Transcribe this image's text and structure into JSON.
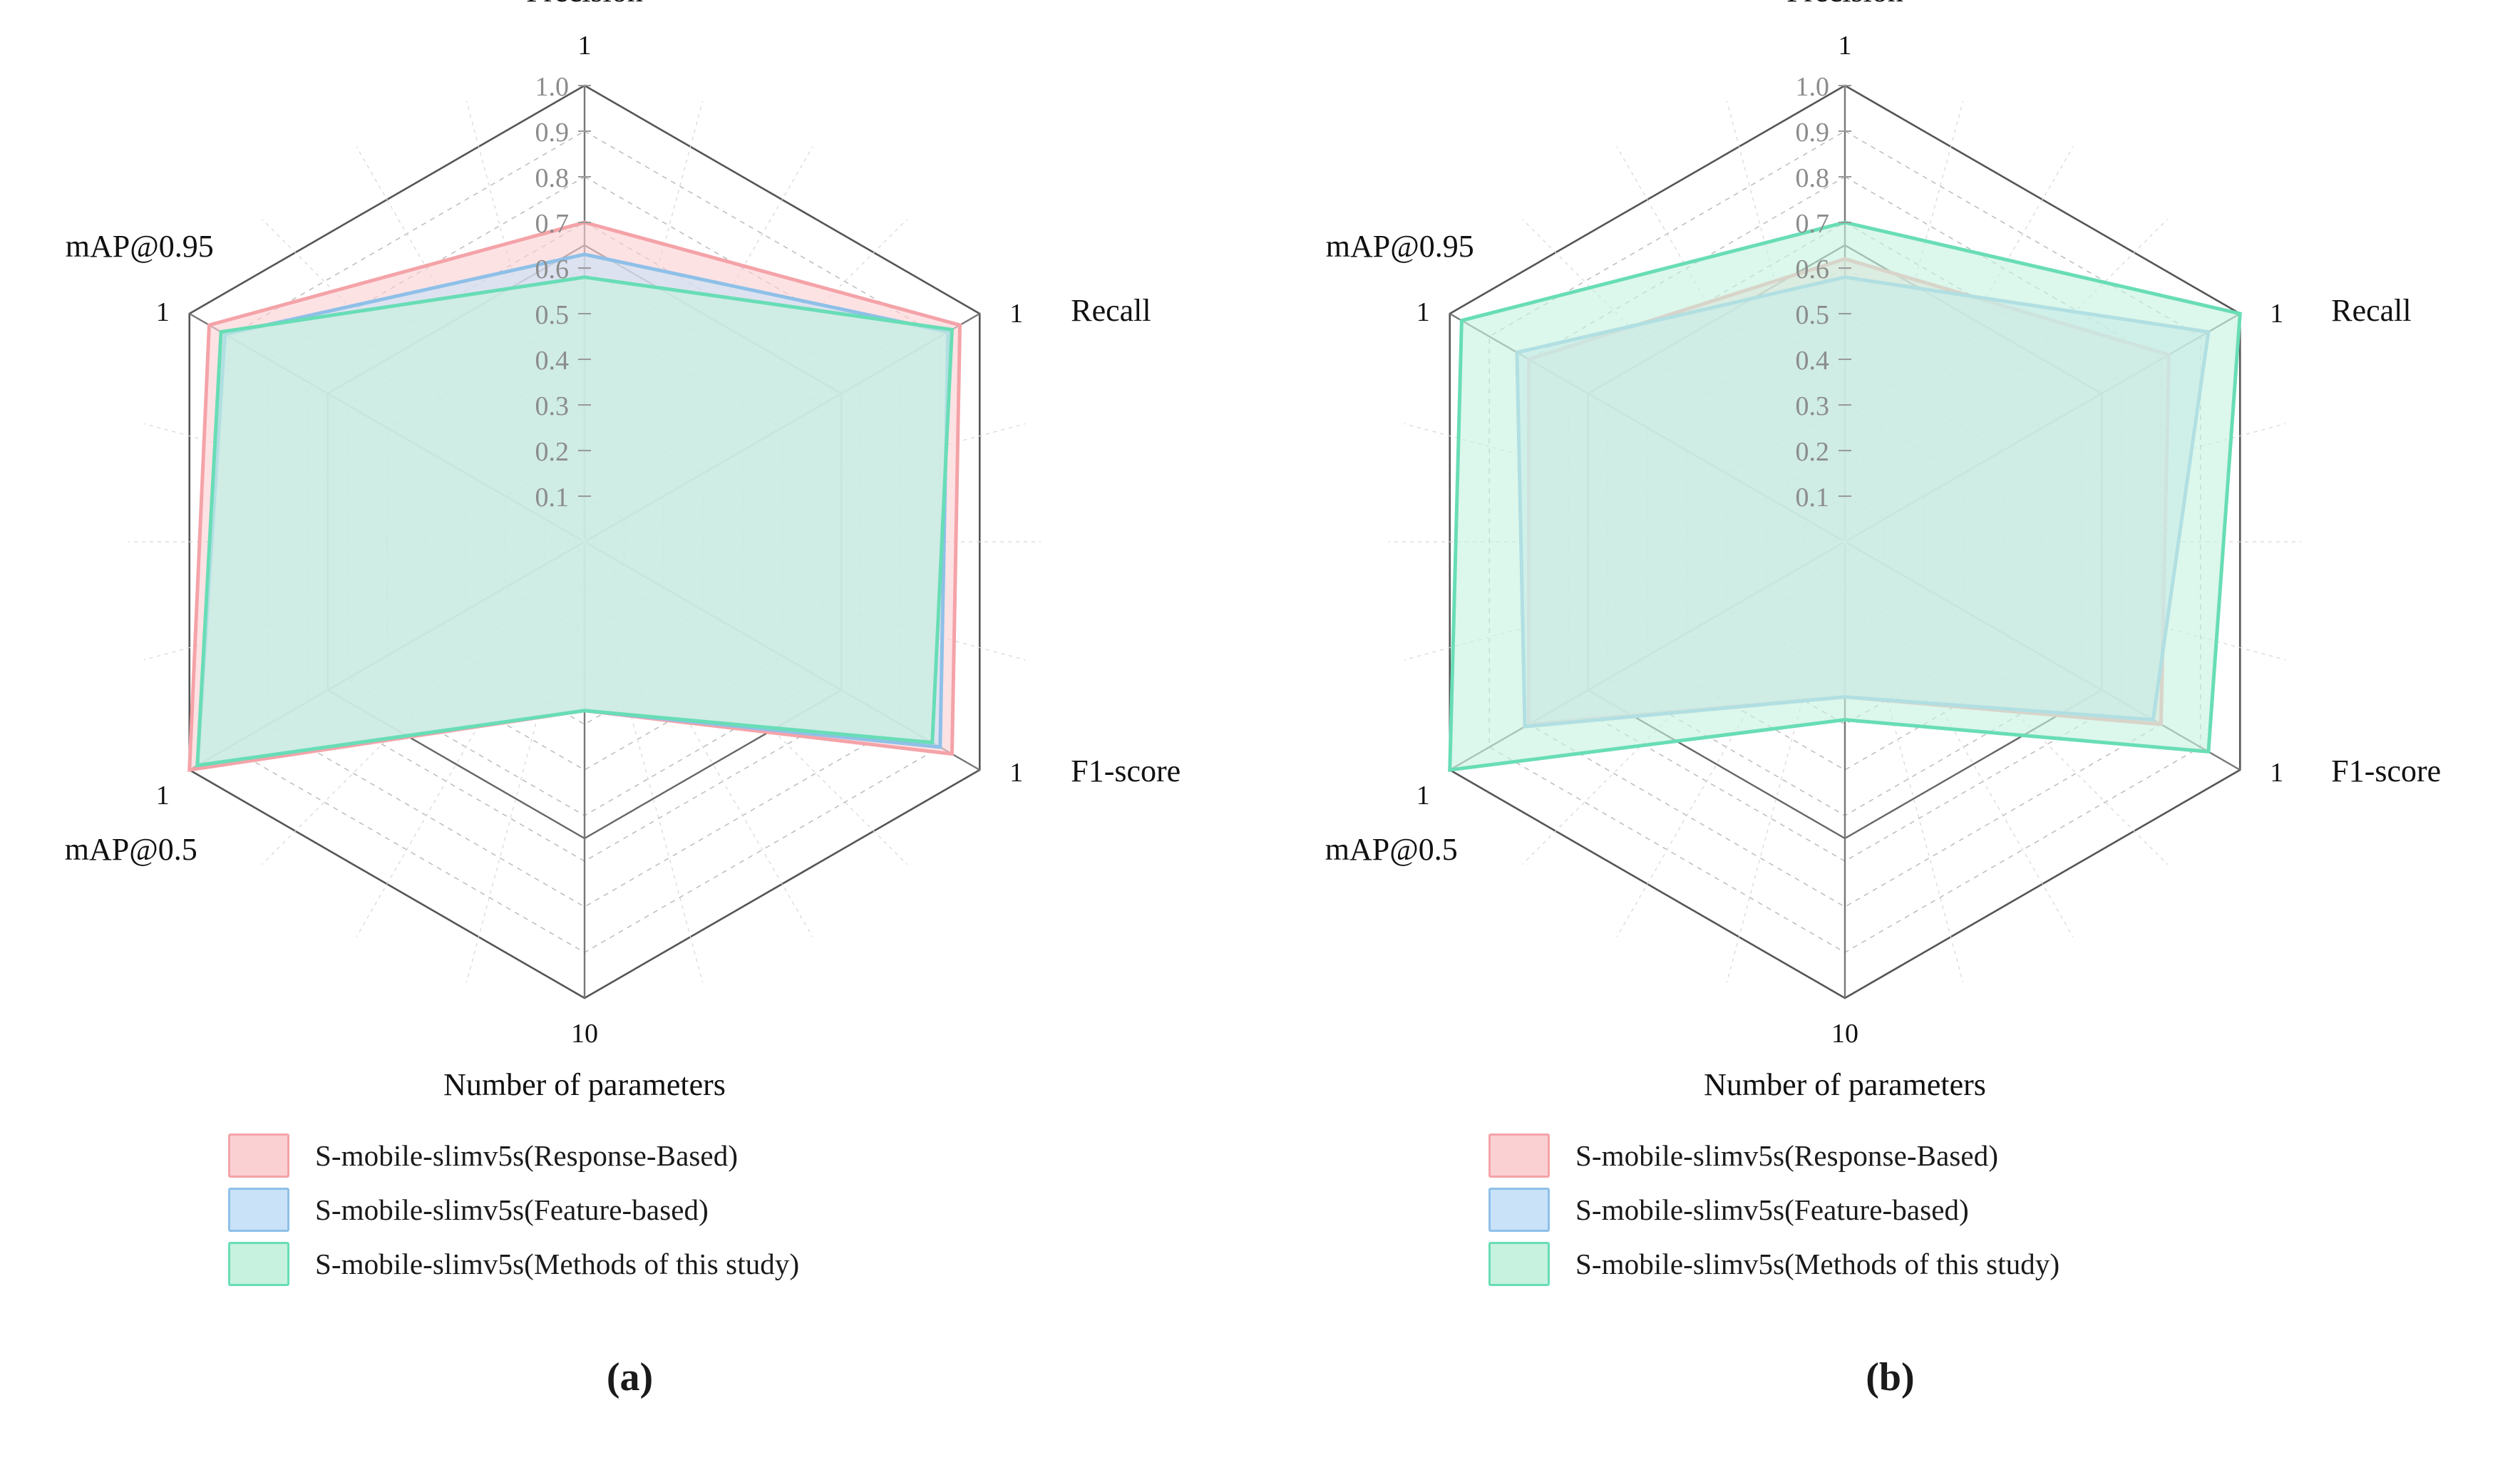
{
  "figure": {
    "panels": [
      {
        "key": "a",
        "caption": "(a)",
        "axis_labels": [
          "Precision",
          "Recall",
          "F1-score",
          "Number of parameters",
          "mAP@0.5",
          "mAP@0.95"
        ],
        "vertex_ticks": [
          "1",
          "1",
          "1",
          "10",
          "1",
          "1"
        ],
        "radial_ticks": [
          "1.0",
          "0.9",
          "0.8",
          "0.7",
          "0.6",
          "0.5",
          "0.4",
          "0.3",
          "0.2",
          "0.1"
        ],
        "legend": [
          {
            "label": "S-mobile-slimv5s(Response-Based)",
            "fill": "#FBD0D3",
            "stroke": "#F4A3A8"
          },
          {
            "label": "S-mobile-slimv5s(Feature-based)",
            "fill": "#C9E2F7",
            "stroke": "#8EC0E8"
          },
          {
            "label": "S-mobile-slimv5s(Methods of this study)",
            "fill": "#C7F2DF",
            "stroke": "#68DDB6"
          }
        ]
      },
      {
        "key": "b",
        "caption": "(b)",
        "axis_labels": [
          "Precision",
          "Recall",
          "F1-score",
          "Number of parameters",
          "mAP@0.5",
          "mAP@0.95"
        ],
        "vertex_ticks": [
          "1",
          "1",
          "1",
          "10",
          "1",
          "1"
        ],
        "radial_ticks": [
          "1.0",
          "0.9",
          "0.8",
          "0.7",
          "0.6",
          "0.5",
          "0.4",
          "0.3",
          "0.2",
          "0.1"
        ],
        "legend": [
          {
            "label": "S-mobile-slimv5s(Response-Based)",
            "fill": "#FBD0D3",
            "stroke": "#F4A3A8"
          },
          {
            "label": "S-mobile-slimv5s(Feature-based)",
            "fill": "#C9E2F7",
            "stroke": "#8EC0E8"
          },
          {
            "label": "S-mobile-slimv5s(Methods of this study)",
            "fill": "#C7F2DF",
            "stroke": "#68DDB6"
          }
        ]
      }
    ]
  },
  "chart_data": [
    {
      "type": "radar",
      "title": "(a)",
      "categories": [
        "Precision",
        "Recall",
        "F1-score",
        "Number of parameters",
        "mAP@0.5",
        "mAP@0.95"
      ],
      "rlim": [
        0.0,
        1.0
      ],
      "rticks": [
        0.1,
        0.2,
        0.3,
        0.4,
        0.5,
        0.6,
        0.7,
        0.8,
        0.9,
        1.0
      ],
      "grid": true,
      "legend_position": "below",
      "series": [
        {
          "name": "S-mobile-slimv5s(Response-Based)",
          "color": "#F4A3A8",
          "fill": "#FBD0D3",
          "values": [
            0.7,
            0.95,
            0.93,
            0.37,
            1.0,
            0.95
          ]
        },
        {
          "name": "S-mobile-slimv5s(Feature-based)",
          "color": "#8EC0E8",
          "fill": "#C9E2F7",
          "values": [
            0.63,
            0.92,
            0.9,
            0.37,
            0.98,
            0.91
          ]
        },
        {
          "name": "S-mobile-slimv5s(Methods of this study)",
          "color": "#68DDB6",
          "fill": "#C7F2DF",
          "values": [
            0.58,
            0.93,
            0.88,
            0.37,
            0.98,
            0.92
          ]
        }
      ]
    },
    {
      "type": "radar",
      "title": "(b)",
      "categories": [
        "Precision",
        "Recall",
        "F1-score",
        "Number of parameters",
        "mAP@0.5",
        "mAP@0.95"
      ],
      "rlim": [
        0.0,
        1.0
      ],
      "rticks": [
        0.1,
        0.2,
        0.3,
        0.4,
        0.5,
        0.6,
        0.7,
        0.8,
        0.9,
        1.0
      ],
      "grid": true,
      "legend_position": "below",
      "series": [
        {
          "name": "S-mobile-slimv5s(Response-Based)",
          "color": "#F4A3A8",
          "fill": "#FBD0D3",
          "values": [
            0.62,
            0.82,
            0.8,
            0.34,
            0.8,
            0.8
          ]
        },
        {
          "name": "S-mobile-slimv5s(Feature-based)",
          "color": "#8EC0E8",
          "fill": "#C9E2F7",
          "values": [
            0.58,
            0.92,
            0.78,
            0.34,
            0.81,
            0.83
          ]
        },
        {
          "name": "S-mobile-slimv5s(Methods of this study)",
          "color": "#68DDB6",
          "fill": "#C7F2DF",
          "values": [
            0.7,
            1.0,
            0.92,
            0.39,
            1.0,
            0.97
          ]
        }
      ]
    }
  ]
}
